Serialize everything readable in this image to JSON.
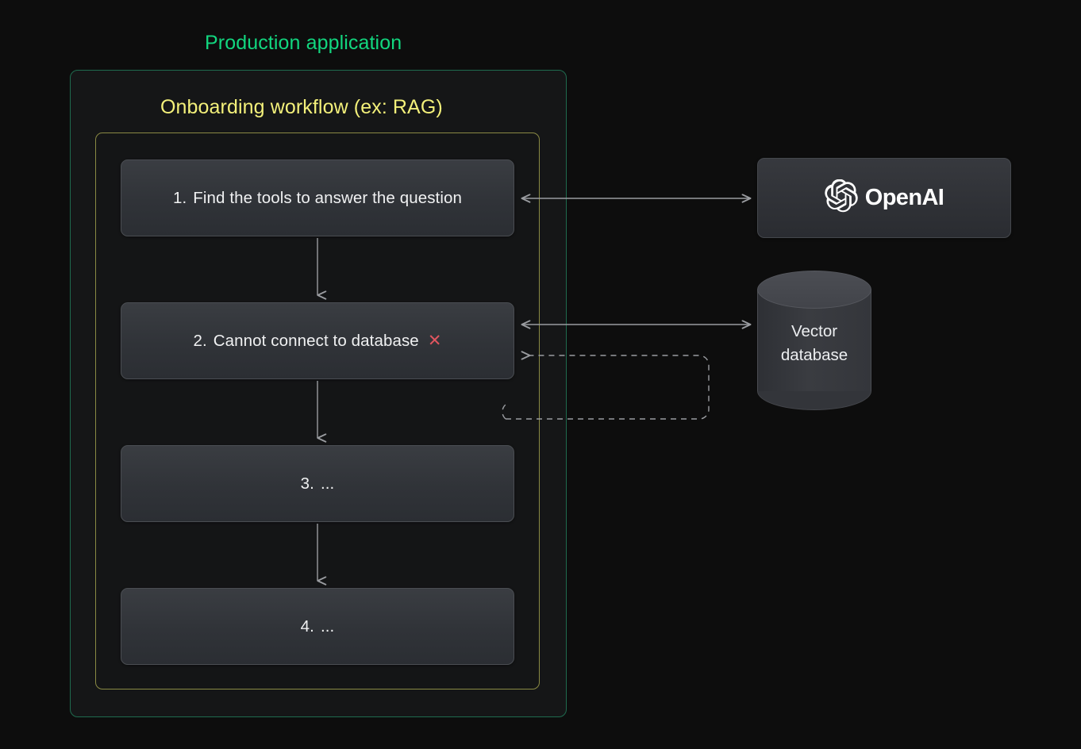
{
  "diagram": {
    "outer_container": {
      "title": "Production application",
      "accent_color": "#12d67f"
    },
    "inner_container": {
      "title": "Onboarding workflow (ex: RAG)",
      "accent_color": "#f3f07a"
    },
    "steps": [
      {
        "number": "1.",
        "label": "Find the tools to answer the question",
        "status_icon": ""
      },
      {
        "number": "2.",
        "label": "Cannot connect to database",
        "status_icon": "✕"
      },
      {
        "number": "3.",
        "label": "...",
        "status_icon": ""
      },
      {
        "number": "4.",
        "label": "...",
        "status_icon": ""
      }
    ],
    "services": {
      "openai": {
        "name": "OpenAI",
        "logo_icon": "openai-blossom-icon"
      },
      "vector_db": {
        "line1": "Vector",
        "line2": "database"
      }
    },
    "connections": [
      {
        "name": "step1-openai",
        "type": "bidirectional-solid"
      },
      {
        "name": "step2-vectordb",
        "type": "bidirectional-solid"
      },
      {
        "name": "step2-retry-loop",
        "type": "dashed-feedback"
      }
    ],
    "colors": {
      "background": "#0d0d0d",
      "error": "#e0555f",
      "arrow": "#9a9ca0"
    }
  }
}
